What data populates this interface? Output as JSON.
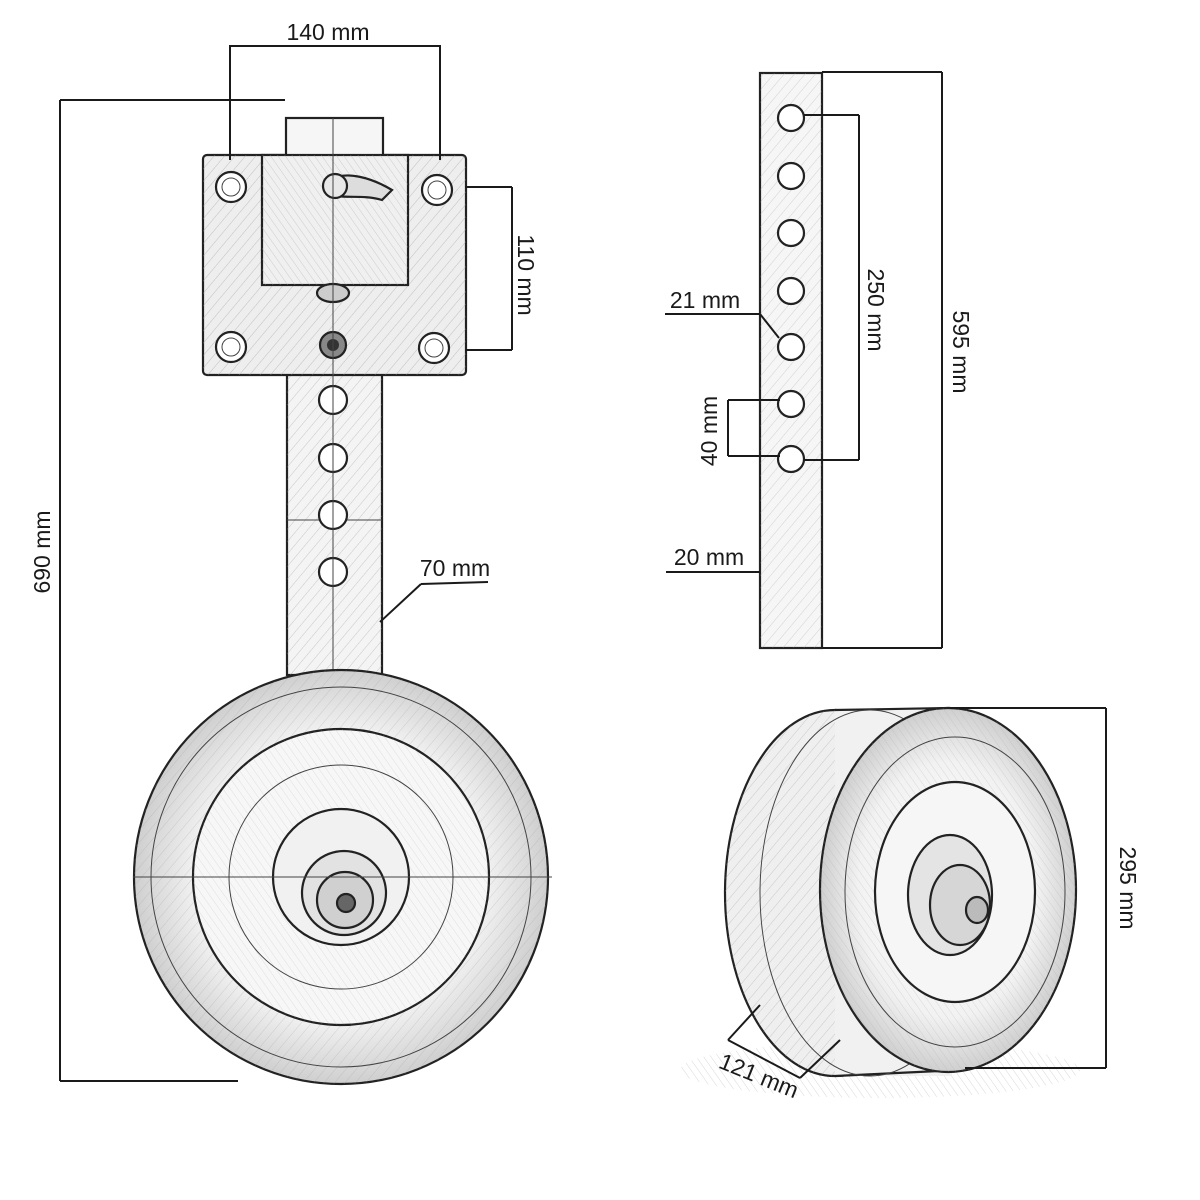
{
  "labels": {
    "bracket_width": "140 mm",
    "bracket_height": "110 mm",
    "total_height": "690 mm",
    "strut_width": "70 mm",
    "hole_diameter": "21 mm",
    "hole_span": "250 mm",
    "strut_length": "595 mm",
    "hole_spacing": "40 mm",
    "strut_thickness": "20 mm",
    "wheel_diameter": "295 mm",
    "wheel_width": "121 mm"
  },
  "colors": {
    "ink": "#1a1a1a",
    "paper": "#ffffff",
    "shade": "#d9d9d9"
  }
}
